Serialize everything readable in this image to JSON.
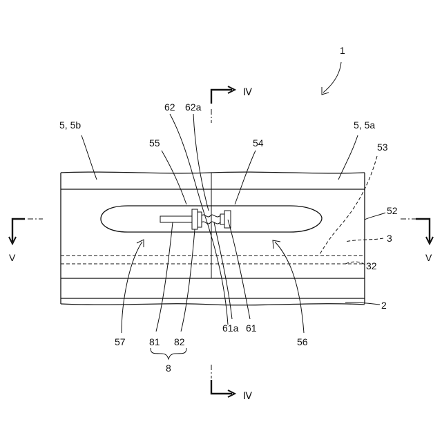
{
  "figure": {
    "ref_1": "1",
    "ref_5_5b": "5, 5b",
    "ref_5_5a": "5, 5a",
    "ref_55": "55",
    "ref_54": "54",
    "ref_53": "53",
    "ref_52": "52",
    "ref_3": "3",
    "ref_32": "32",
    "ref_2": "2",
    "ref_62": "62",
    "ref_62a": "62a",
    "ref_61a": "61a",
    "ref_61": "61",
    "ref_57": "57",
    "ref_56": "56",
    "ref_81": "81",
    "ref_82": "82",
    "ref_8": "8",
    "section_iv_top": "Ⅳ",
    "section_iv_bottom": "Ⅳ",
    "section_v_left": "V",
    "section_v_right": "V"
  }
}
